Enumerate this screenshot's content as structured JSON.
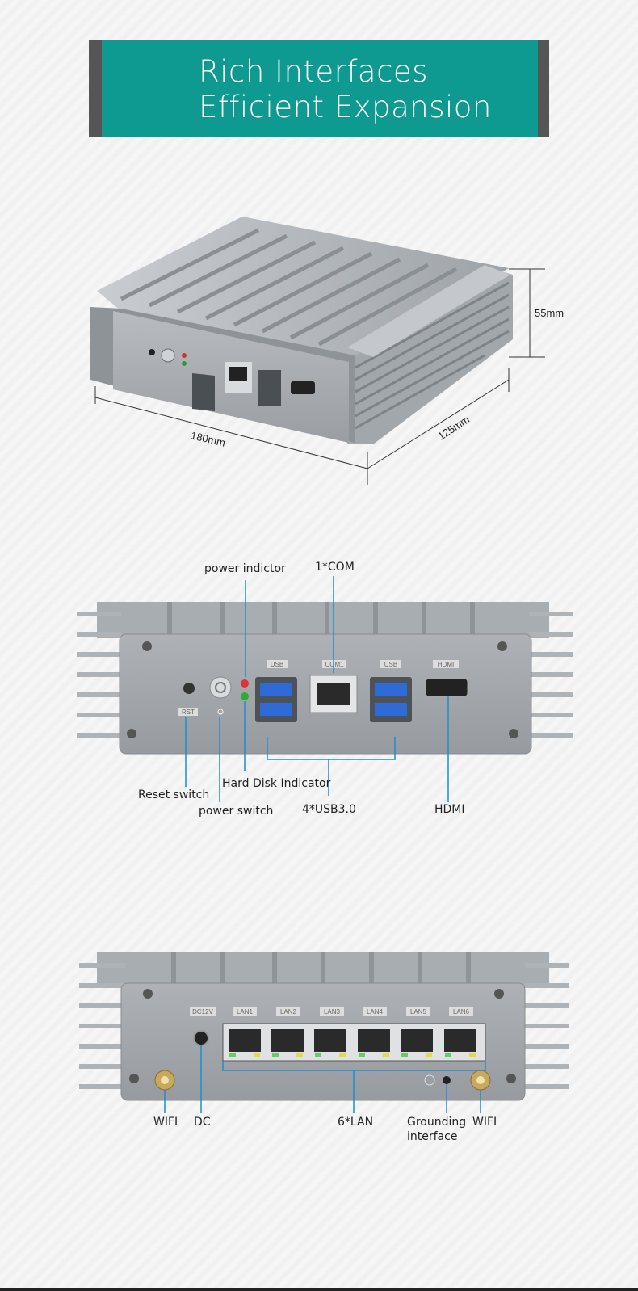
{
  "banner": {
    "line1": "Rich Interfaces",
    "line2": "Efficient Expansion"
  },
  "dimensions": {
    "height": "55mm",
    "width": "180mm",
    "depth": "125mm"
  },
  "front_panel": {
    "callouts": {
      "power_indicator": "power indictor",
      "com": "1*COM",
      "reset": "Reset switch",
      "hdd": "Hard Disk Indicator",
      "power_switch": "power switch",
      "usb": "4*USB3.0",
      "hdmi": "HDMI"
    },
    "port_labels": {
      "usb_left": "USB",
      "com1": "COM1",
      "usb_right": "USB",
      "hdmi": "HDMI",
      "rst": "RST"
    }
  },
  "rear_panel": {
    "callouts": {
      "wifi_left": "WIFI",
      "dc": "DC",
      "lan": "6*LAN",
      "ground_line1": "Grounding",
      "ground_line2": "interface",
      "wifi_right": "WIFI"
    },
    "port_labels": {
      "dc": "DC12V",
      "lan": [
        "LAN1",
        "LAN2",
        "LAN3",
        "LAN4",
        "LAN5",
        "LAN6"
      ]
    }
  },
  "colors": {
    "banner_teal": "#0e9a90",
    "callout_blue": "#1a8fd0",
    "chassis": "#a9aeb3"
  }
}
